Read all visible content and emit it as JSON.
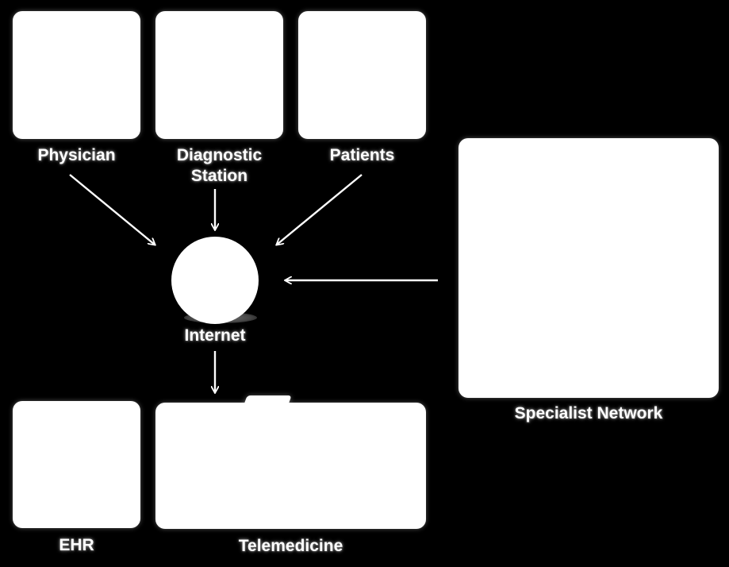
{
  "nodes": {
    "physician": {
      "label": "Physician"
    },
    "diagnostic_station": {
      "label": "Diagnostic\nStation"
    },
    "patients": {
      "label": "Patients"
    },
    "internet": {
      "label": "Internet"
    },
    "specialist_network": {
      "label": "Specialist Network"
    },
    "ehr": {
      "label": "EHR"
    },
    "telemedicine": {
      "label": "Telemedicine"
    }
  },
  "edges": [
    {
      "from": "physician",
      "to": "internet"
    },
    {
      "from": "diagnostic_station",
      "to": "internet"
    },
    {
      "from": "patients",
      "to": "internet"
    },
    {
      "from": "specialist_network",
      "to": "internet"
    },
    {
      "from": "internet",
      "to": "telemedicine"
    }
  ],
  "colors": {
    "background": "#000000",
    "node_fill": "#ffffff",
    "arrow": "#ffffff",
    "text": "#ffffff"
  }
}
